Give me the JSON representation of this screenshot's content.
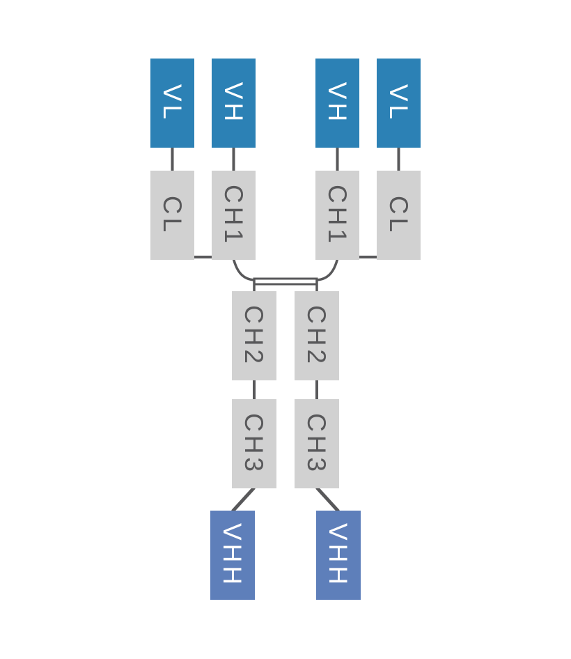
{
  "figure": {
    "background": "#ffffff",
    "kind": "antibody-domain-diagram"
  },
  "colors": {
    "variable_domain_fill": "#2c81b5",
    "variable_domain_text": "#ffffff",
    "constant_domain_fill": "#d1d1d1",
    "constant_domain_text": "#58585a",
    "vhh_domain_fill": "#5e7fba",
    "vhh_domain_text": "#ffffff",
    "connector": "#58585a"
  },
  "boxes": [
    {
      "id": "vl-left",
      "label": "VL"
    },
    {
      "id": "vh-left",
      "label": "VH"
    },
    {
      "id": "vh-right",
      "label": "VH"
    },
    {
      "id": "vl-right",
      "label": "VL"
    },
    {
      "id": "cl-left",
      "label": "CL"
    },
    {
      "id": "ch1-left",
      "label": "CH1"
    },
    {
      "id": "ch1-right",
      "label": "CH1"
    },
    {
      "id": "cl-right",
      "label": "CL"
    },
    {
      "id": "ch2-left",
      "label": "CH2"
    },
    {
      "id": "ch2-right",
      "label": "CH2"
    },
    {
      "id": "ch3-left",
      "label": "CH3"
    },
    {
      "id": "ch3-right",
      "label": "CH3"
    },
    {
      "id": "vhh-left",
      "label": "VHH"
    },
    {
      "id": "vhh-right",
      "label": "VHH"
    }
  ],
  "connections": [
    {
      "from": "vl-left",
      "to": "cl-left",
      "type": "line"
    },
    {
      "from": "vh-left",
      "to": "ch1-left",
      "type": "line"
    },
    {
      "from": "vh-right",
      "to": "ch1-right",
      "type": "line"
    },
    {
      "from": "vl-right",
      "to": "cl-right",
      "type": "line"
    },
    {
      "from": "cl-left",
      "to": "ch1-left",
      "type": "disulfide-bridge"
    },
    {
      "from": "cl-right",
      "to": "ch1-right",
      "type": "disulfide-bridge"
    },
    {
      "from": "ch1-left",
      "to": "ch2-left",
      "type": "hinge-curve"
    },
    {
      "from": "ch1-right",
      "to": "ch2-right",
      "type": "hinge-curve"
    },
    {
      "from": "hinge-left",
      "to": "hinge-right",
      "type": "double-disulfide"
    },
    {
      "from": "ch2-left",
      "to": "ch3-left",
      "type": "line"
    },
    {
      "from": "ch2-right",
      "to": "ch3-right",
      "type": "line"
    },
    {
      "from": "ch3-left",
      "to": "vhh-left",
      "type": "diagonal-line"
    },
    {
      "from": "ch3-right",
      "to": "vhh-right",
      "type": "diagonal-line"
    }
  ]
}
